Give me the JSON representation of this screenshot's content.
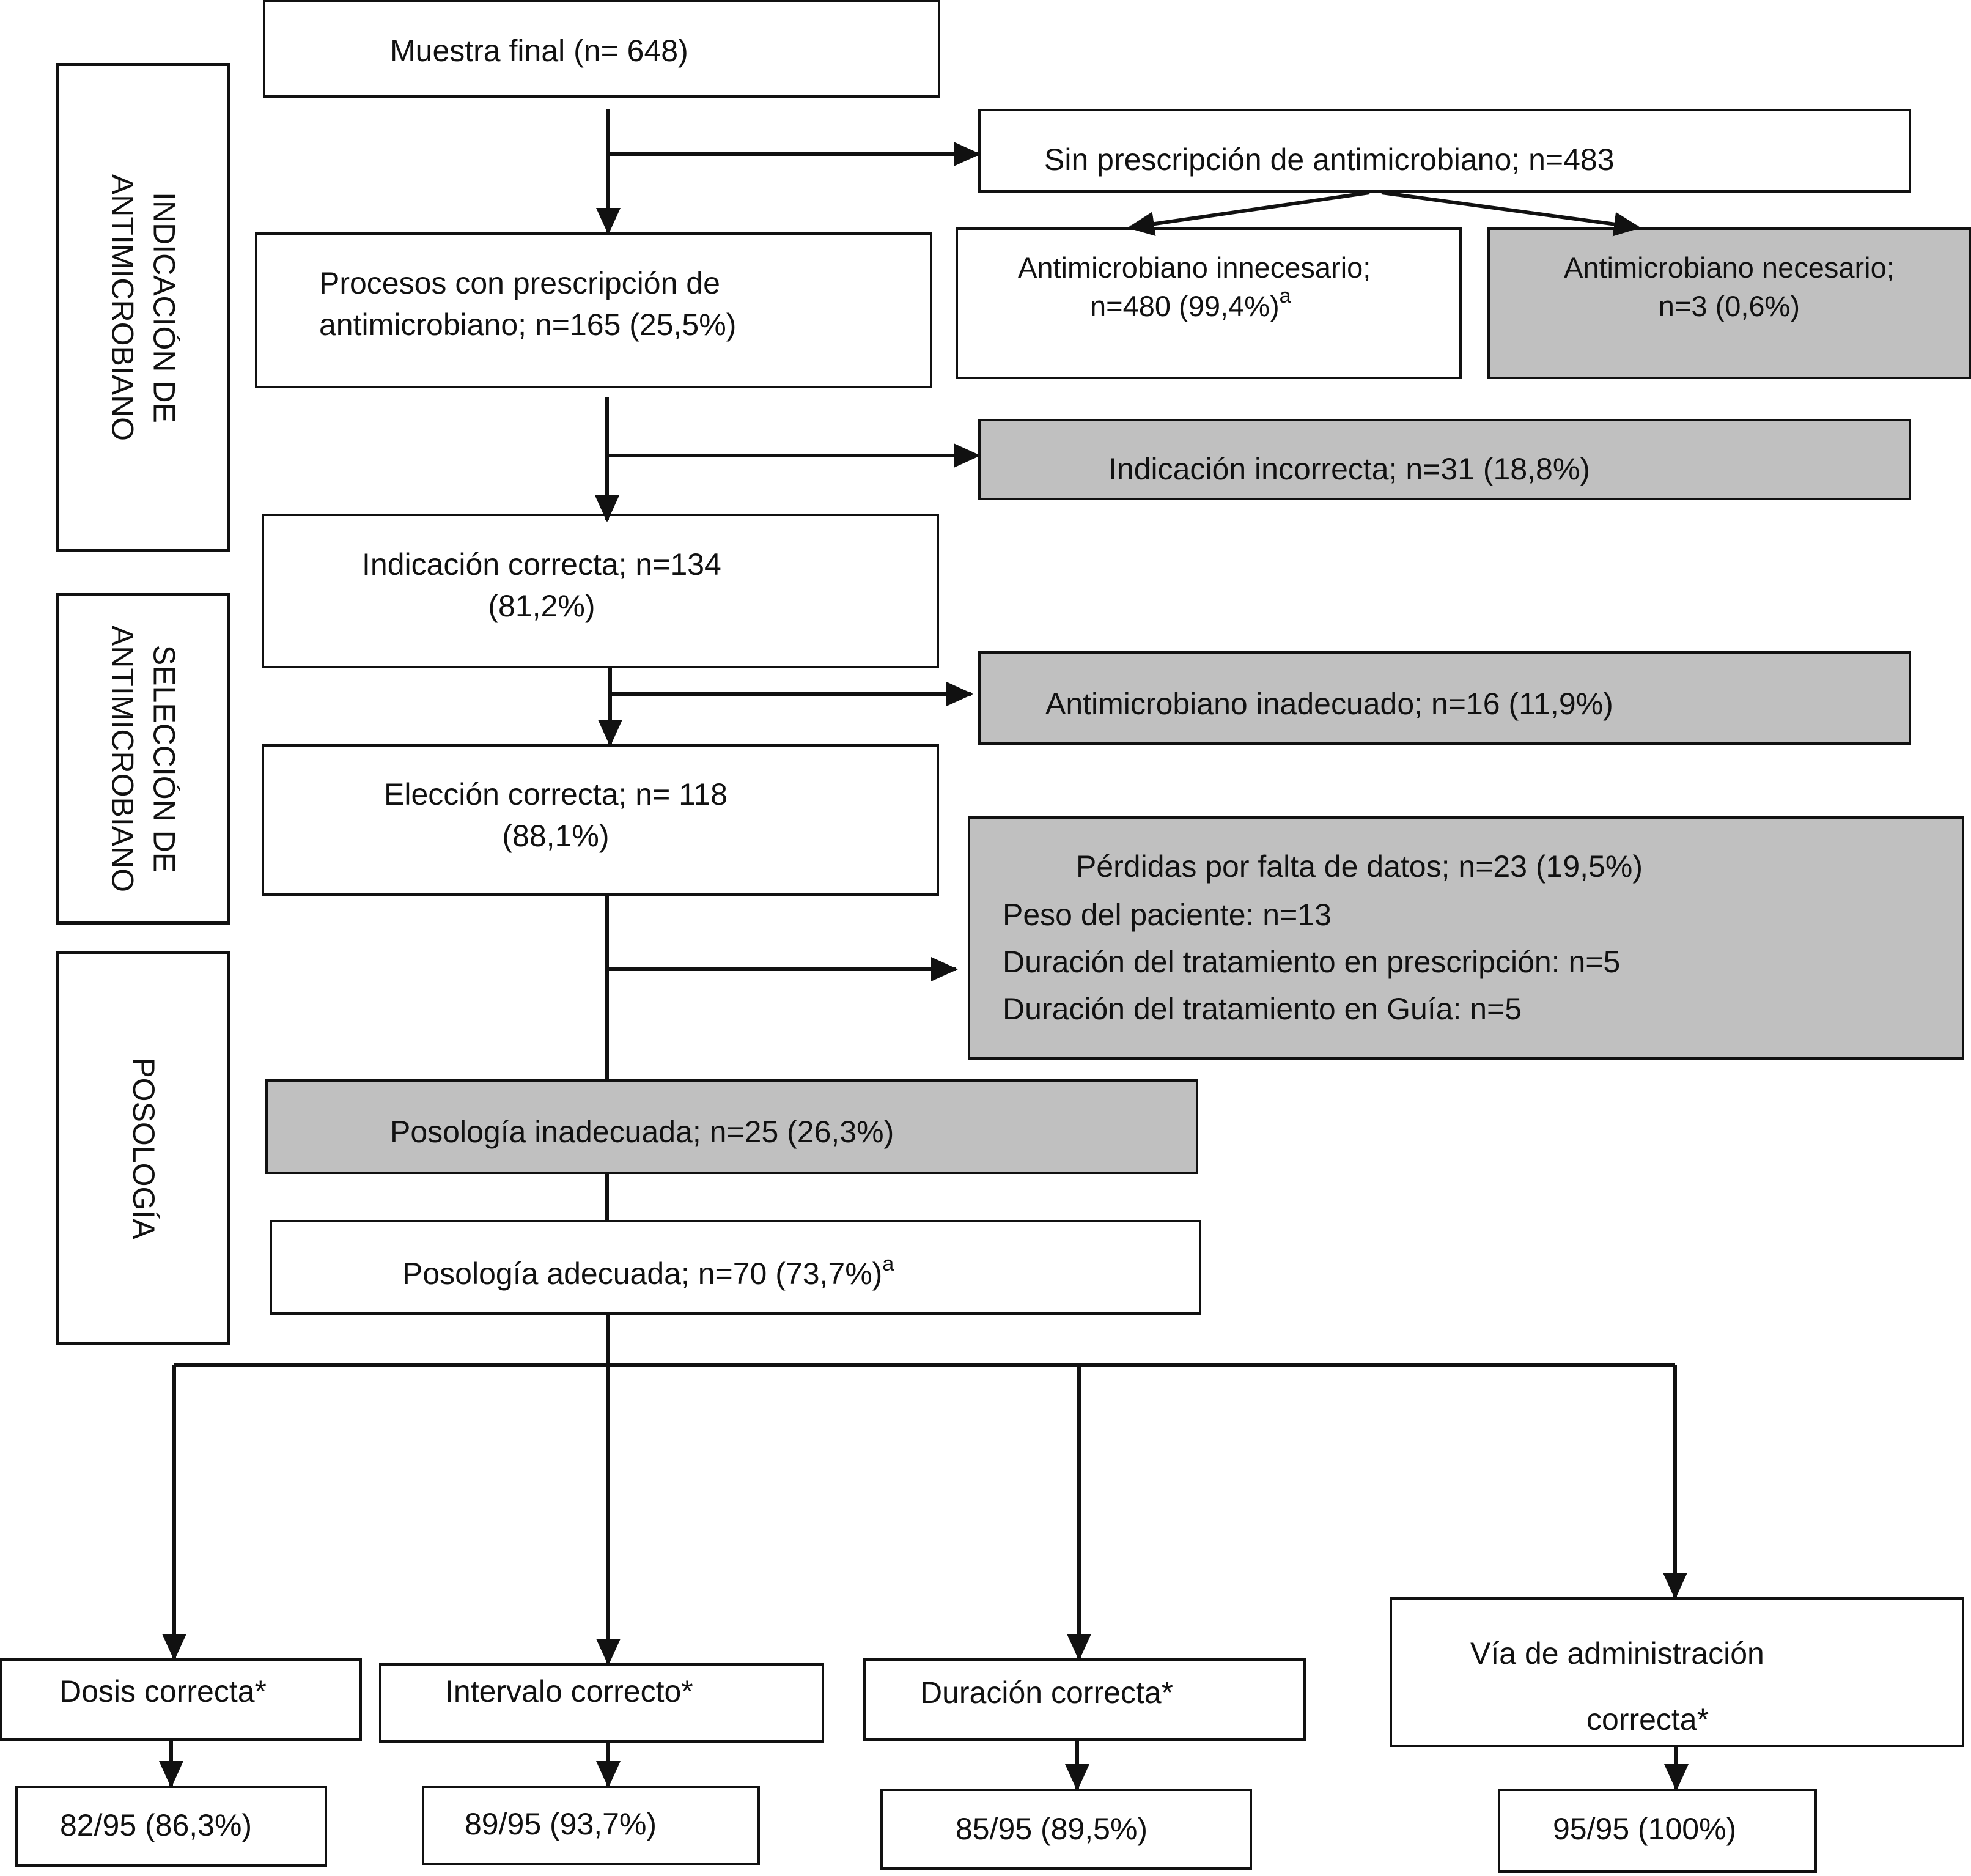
{
  "side_labels": {
    "indicacion": [
      "INDICACIÓN DE",
      "ANTIMICROBIANO"
    ],
    "seleccion": [
      "SELECCIÓN DE",
      "ANTIMICROBIANO"
    ],
    "posologia": "POSOLOGÍA"
  },
  "boxes": {
    "muestra": "Muestra final (n= 648)",
    "sin_prescripcion": "Sin prescripción de antimicrobiano; n=483",
    "innecesario": [
      "Antimicrobiano innecesario;",
      "n=480 (99,4%)"
    ],
    "innecesario_sup": "a",
    "necesario": [
      "Antimicrobiano necesario;",
      "n=3 (0,6%)"
    ],
    "procesos": [
      "Procesos con prescripción de",
      "antimicrobiano; n=165 (25,5%)"
    ],
    "indicacion_incorrecta": "Indicación incorrecta; n=31 (18,8%)",
    "indicacion_correcta": [
      "Indicación correcta; n=134",
      "(81,2%)"
    ],
    "antimicrobiano_inadecuado": "Antimicrobiano inadecuado; n=16 (11,9%)",
    "eleccion_correcta": [
      "Elección correcta; n= 118",
      "(88,1%)"
    ],
    "perdidas": {
      "title": "Pérdidas por falta de datos; n=23 (19,5%)",
      "items": [
        "Peso del paciente: n=13",
        "Duración del tratamiento en prescripción: n=5",
        "Duración del tratamiento en Guía: n=5"
      ]
    },
    "posologia_inadecuada": "Posología inadecuada; n=25 (26,3%)",
    "posologia_adecuada": "Posología adecuada; n=70 (73,7%)",
    "posologia_adecuada_sup": "a",
    "dosis": "Dosis correcta*",
    "intervalo": "Intervalo correcto*",
    "duracion": "Duración correcta*",
    "via": [
      "Vía de administración",
      "correcta*"
    ],
    "dosis_res": "82/95 (86,3%)",
    "intervalo_res": "89/95 (93,7%)",
    "duracion_res": "85/95 (89,5%)",
    "via_res": "95/95 (100%)"
  },
  "colors": {
    "grey_fill": "#c0c0c0",
    "line": "#111111"
  }
}
